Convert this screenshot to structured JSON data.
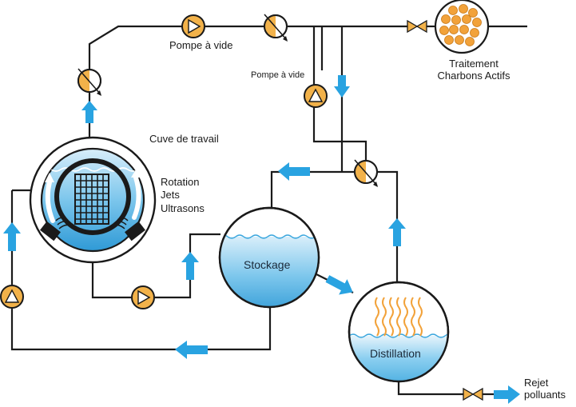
{
  "labels": {
    "pump_top": "Pompe à vide",
    "pump_small": "Pompe à vide",
    "activated_carbon": [
      "Traitement",
      "Charbons Actifs"
    ],
    "work_tank": "Cuve de travail",
    "work_tank_features": [
      "Rotation",
      "Jets",
      "Ultrasons"
    ],
    "storage": "Stockage",
    "distillation": "Distillation",
    "discharge": [
      "Rejet",
      "polluants"
    ]
  },
  "colors": {
    "pipe": "#1a1a1a",
    "liquid": "#3aa6dd",
    "arrow": "#29a3e1",
    "pump_fill": "#f2b24a",
    "carbon_granule": "#f2a23a",
    "heat_coil": "#f2a23a"
  },
  "icons": [
    "pump-icon",
    "valve-icon",
    "flow-arrow-icon",
    "carbon-filter-icon",
    "basket-icon",
    "ultrasonic-transducer-icon"
  ]
}
